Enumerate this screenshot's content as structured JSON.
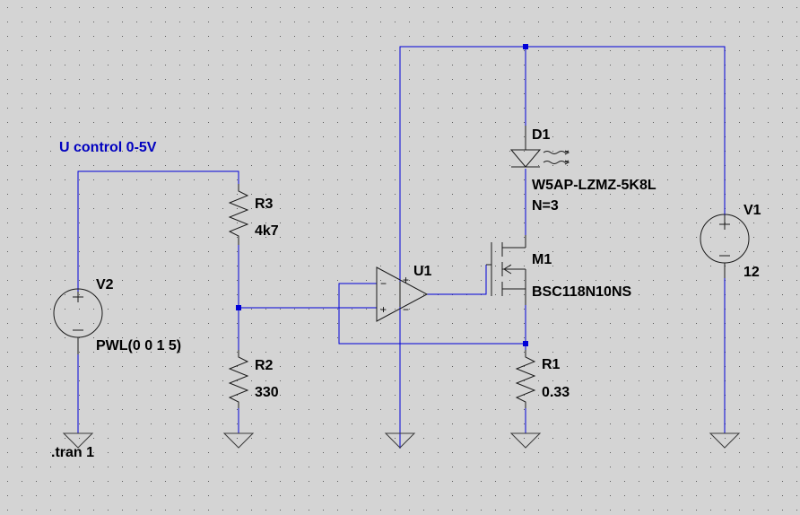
{
  "colors": {
    "background": "#d4d4d4",
    "grid_dot": "#5c5c5c",
    "wire": "#0000d8",
    "symbol": "#1a1a1a",
    "net_label": "#0000c0"
  },
  "net_label": "U control 0-5V",
  "directive": ".tran 1",
  "components": {
    "v2": {
      "name": "V2",
      "value": "PWL(0 0 1 5)"
    },
    "v1": {
      "name": "V1",
      "value": "12"
    },
    "r3": {
      "name": "R3",
      "value": "4k7"
    },
    "r2": {
      "name": "R2",
      "value": "330"
    },
    "r1": {
      "name": "R1",
      "value": "0.33"
    },
    "u1": {
      "name": "U1"
    },
    "d1": {
      "name": "D1",
      "value": "W5AP-LZMZ-5K8L",
      "param": "N=3"
    },
    "m1": {
      "name": "M1",
      "value": "BSC118N10NS"
    }
  },
  "pin_signs": {
    "plus": "+",
    "minus": "−"
  }
}
